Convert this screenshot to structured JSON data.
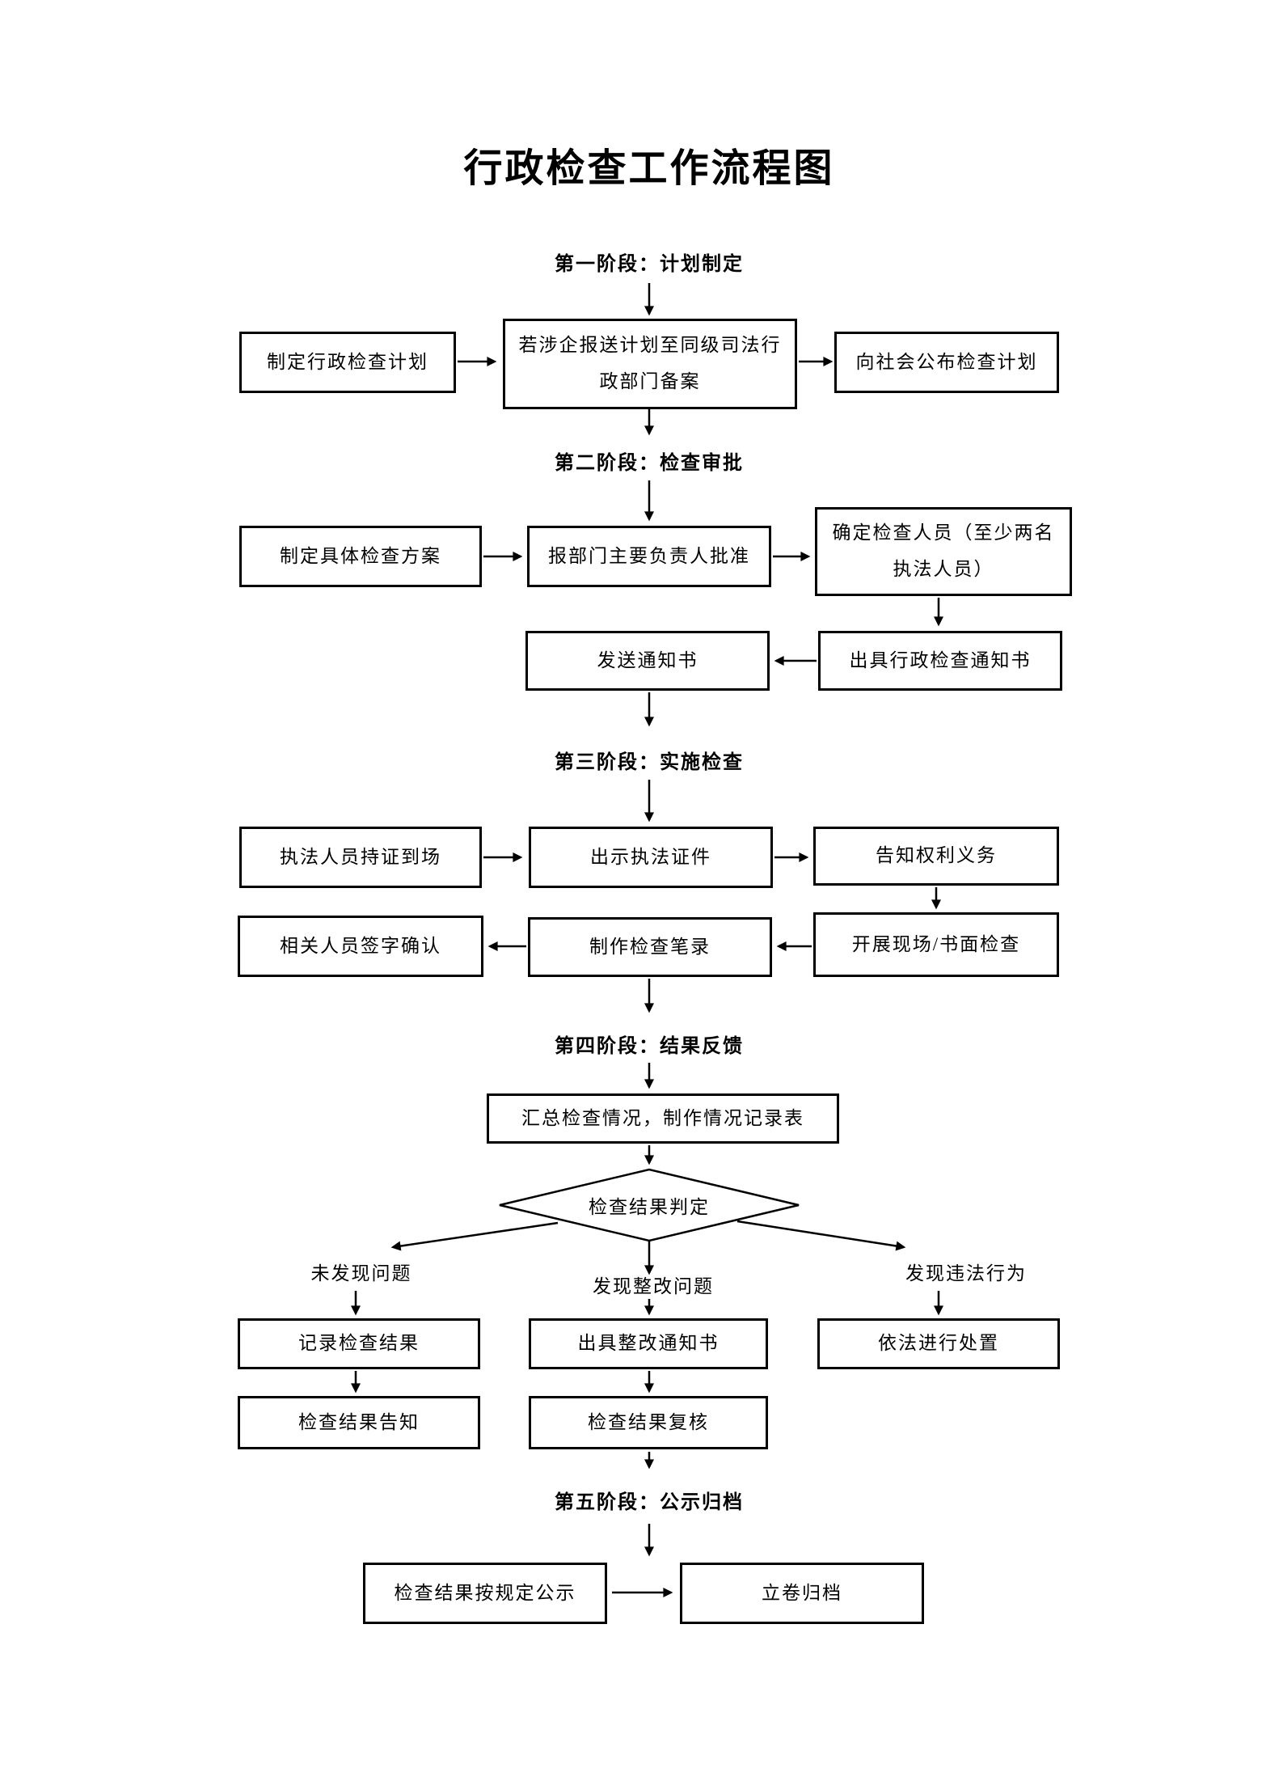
{
  "page": {
    "title": "行政检查工作流程图"
  },
  "stages": {
    "s1": "第一阶段：计划制定",
    "s2": "第二阶段：检查审批",
    "s3": "第三阶段：实施检查",
    "s4": "第四阶段：结果反馈",
    "s5": "第五阶段：公示归档"
  },
  "nodes": {
    "make_plan": "制定行政检查计划",
    "report_plan": "若涉企报送计划至同级司法行\n政部门备案",
    "publish_plan": "向社会公布检查计划",
    "make_scheme": "制定具体检查方案",
    "approve": "报部门主要负责人批准",
    "assign_staff": "确定检查人员（至少两名\n执法人员）",
    "send_notice": "发送通知书",
    "issue_notice": "出具行政检查通知书",
    "arrive": "执法人员持证到场",
    "show_credentials": "出示执法证件",
    "inform_rights": "告知权利义务",
    "conduct_check": "开展现场/书面检查",
    "make_record": "制作检查笔录",
    "sign_confirm": "相关人员签字确认",
    "summarize": "汇总检查情况，制作情况记录表",
    "decision": "检查结果判定",
    "record_result": "记录检查结果",
    "issue_rectify": "出具整改通知书",
    "dispose": "依法进行处置",
    "inform_result": "检查结果告知",
    "review_result": "检查结果复核",
    "publicize": "检查结果按规定公示",
    "archive": "立卷归档"
  },
  "branches": {
    "none": "未发现问题",
    "rectify": "发现整改问题",
    "illegal": "发现违法行为"
  },
  "colors": {
    "line": "#000000",
    "background": "#ffffff"
  }
}
